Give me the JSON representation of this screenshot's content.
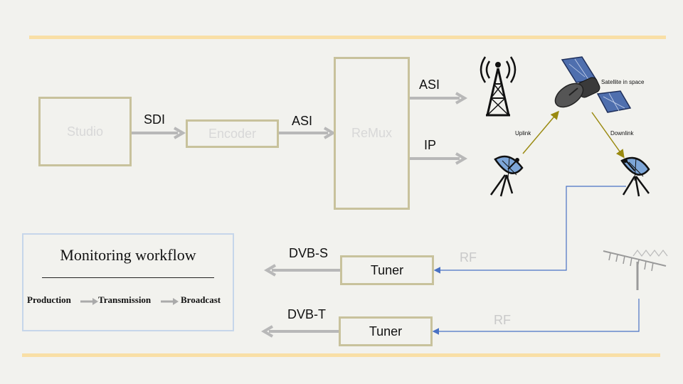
{
  "boxes": {
    "studio": "Studio",
    "encoder": "Encoder",
    "remux": "ReMux",
    "tuner_s": "Tuner",
    "tuner_t": "Tuner"
  },
  "labels": {
    "sdi": "SDI",
    "asi_encoder": "ASI",
    "asi_out": "ASI",
    "ip_out": "IP",
    "uplink": "Uplink",
    "downlink": "Downlink",
    "satellite": "Satellite in space",
    "dvb_s": "DVB-S",
    "dvb_t": "DVB-T",
    "rf_satellite": "RF",
    "rf_terrestrial": "RF"
  },
  "monitoring": {
    "title": "Monitoring workflow",
    "steps": [
      "Production",
      "Transmission",
      "Broadcast"
    ]
  },
  "colors": {
    "box_border": "#c8c29c",
    "box_text": "#d8d8d8",
    "arrow": "#b8b8b8",
    "rule": "#f9dfa6",
    "link_arrow": "#9a8a10",
    "rf_line": "#4a72c4",
    "panel_border": "#c6d6ea"
  },
  "icons": [
    "antenna-tower-icon",
    "satellite-icon",
    "satellite-dish-uplink-icon",
    "satellite-dish-downlink-icon",
    "tv-antenna-icon"
  ]
}
